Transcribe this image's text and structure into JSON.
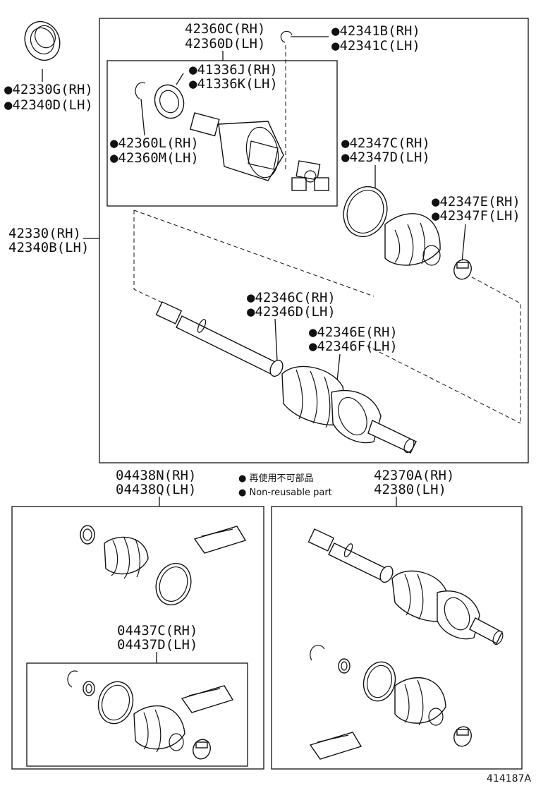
{
  "labels": {
    "outer_seal": [
      "●42330G(RH)",
      "●42340D(LH)"
    ],
    "inboard_joint": [
      "42360C(RH)",
      "42360D(LH)"
    ],
    "snap_ring_top": [
      "●42341B(RH)",
      "●42341C(LH)"
    ],
    "inner_seal": [
      "●41336J(RH)",
      "●41336K(LH)"
    ],
    "inner_clip": [
      "●42360L(RH)",
      "●42360M(LH)"
    ],
    "boot_clamp_large": [
      "●42347C(RH)",
      "●42347D(LH)"
    ],
    "boot_clamp_small": [
      "●42347E(RH)",
      "●42347F(LH)"
    ],
    "shaft_assembly": [
      "42330(RH)",
      "42340B(LH)"
    ],
    "outboard_joint_1": [
      "●42346C(RH)",
      "●42346D(LH)"
    ],
    "outboard_joint_2": [
      "●42346E(RH)",
      "●42346F(LH)"
    ],
    "boot_kit_outboard": [
      "04438N(RH)",
      "04438Q(LH)"
    ],
    "boot_kit_inboard": [
      "04437C(RH)",
      "04437D(LH)"
    ],
    "shaft_assembly_2": [
      "42370A(RH)",
      "42380(LH)"
    ]
  },
  "legend": {
    "jp": "● 再使用不可部品",
    "en": "● Non-reusable part"
  },
  "figure_code": "414187A"
}
